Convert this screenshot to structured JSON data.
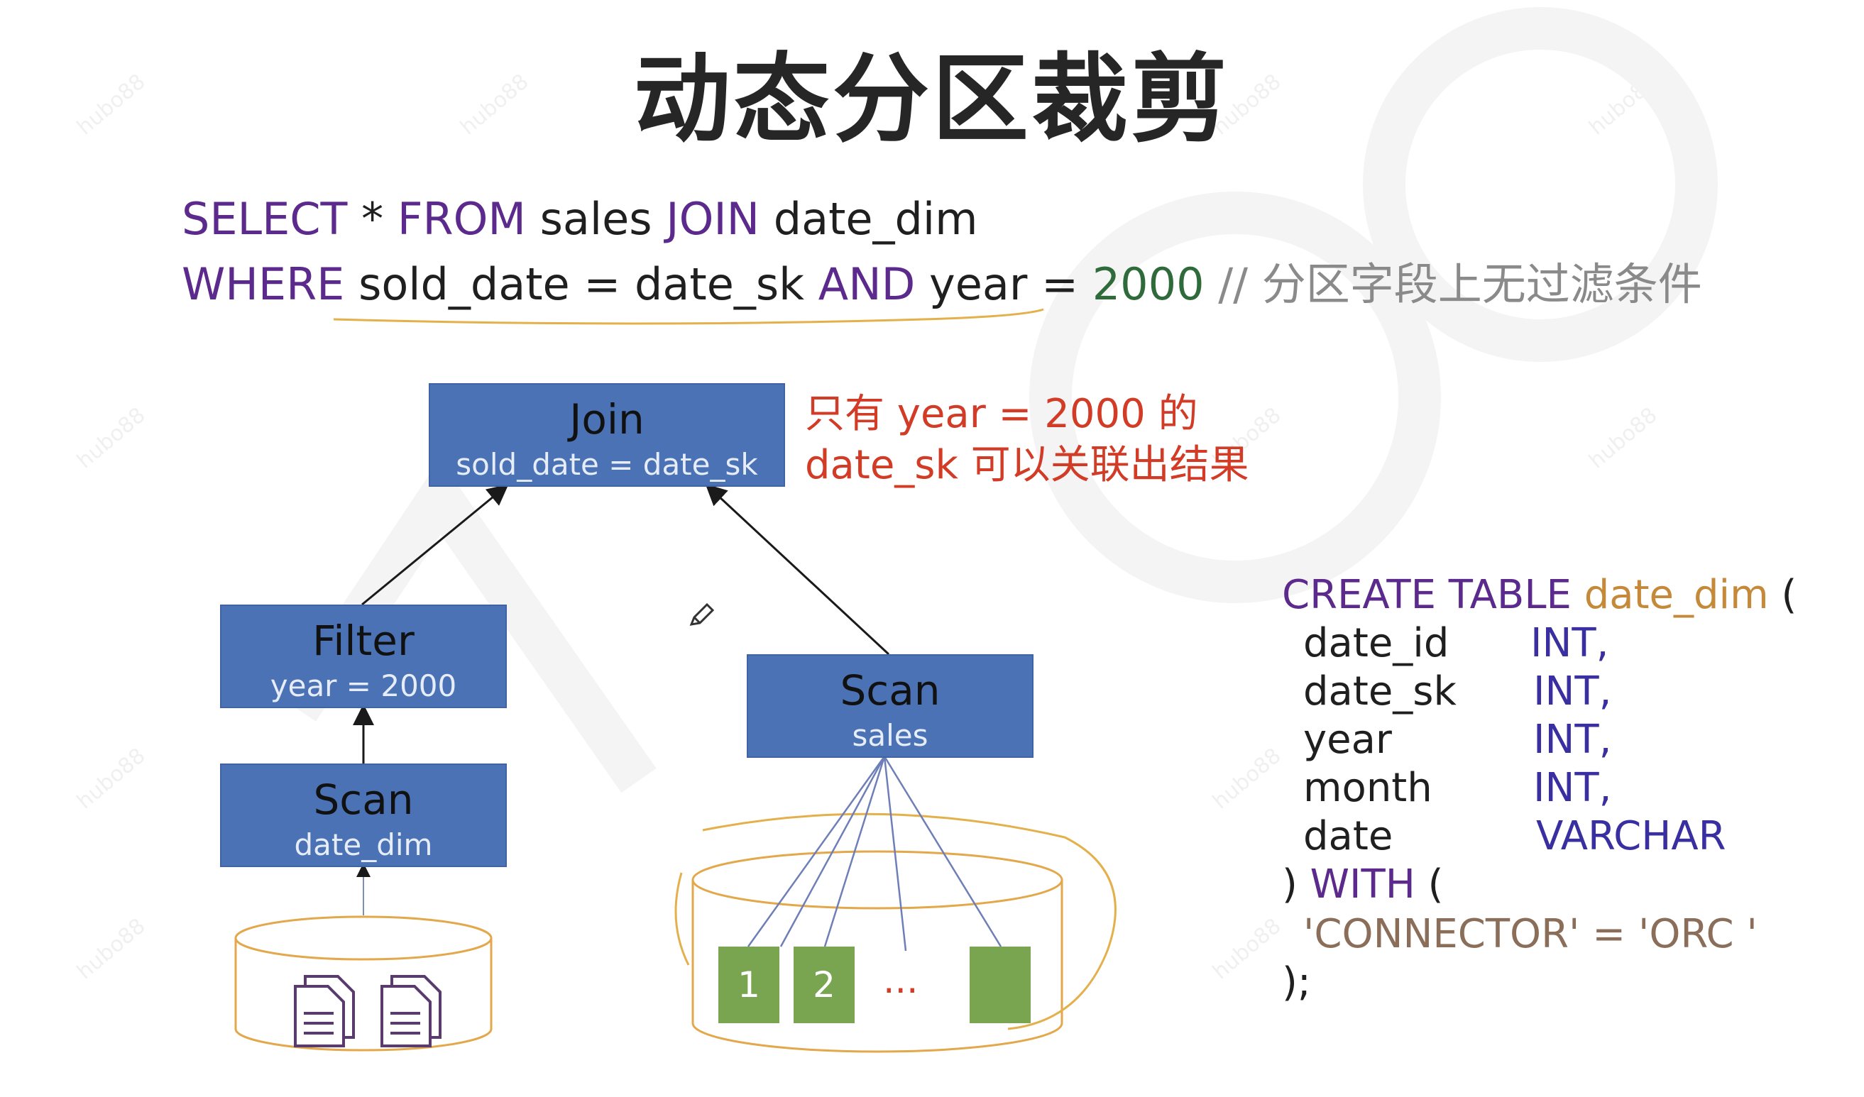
{
  "title": "动态分区裁剪",
  "sql": {
    "line1": {
      "kw1": "SELECT",
      "star": " * ",
      "kw2": "FROM",
      "t1": " sales ",
      "kw3": "JOIN",
      "t2": " date_dim"
    },
    "line2": {
      "kw1": "WHERE",
      "t1": " sold_date = date_sk ",
      "kw2": "AND",
      "t2": " year = ",
      "num": "2000",
      "comment": " // 分区字段上无过滤条件"
    }
  },
  "nodes": {
    "join": {
      "title": "Join",
      "sub": "sold_date = date_sk"
    },
    "filter": {
      "title": "Filter",
      "sub": "year = 2000"
    },
    "scan_dim": {
      "title": "Scan",
      "sub": "date_dim"
    },
    "scan_sales": {
      "title": "Scan",
      "sub": "sales"
    }
  },
  "note": {
    "line1": "只有 year = 2000 的",
    "line2": "date_sk 可以关联出结果"
  },
  "partitions": {
    "p1": "1",
    "p2": "2",
    "dots": "..."
  },
  "ddl": {
    "head_kw": "CREATE TABLE",
    "head_tbl": "date_dim",
    "head_paren": " (",
    "rows": [
      {
        "col": "date_id",
        "type": "INT,"
      },
      {
        "col": "date_sk",
        "type": "INT,"
      },
      {
        "col": "year",
        "type": "INT,"
      },
      {
        "col": "month",
        "type": "INT,"
      },
      {
        "col": "date",
        "type": "VARCHAR"
      }
    ],
    "with_open": ") ",
    "with_kw": "WITH",
    "with_paren": " (",
    "prop": "'CONNECTOR' = 'ORC '",
    "close": ");"
  },
  "watermark": "hubo88",
  "colors": {
    "node_fill": "#4a72b4",
    "partition_fill": "#79a551",
    "note": "#d23b25",
    "keyword": "#5b2a8c",
    "sketch": "#e3b04b"
  },
  "icons": {
    "files": "document-icon",
    "edit": "pencil-icon"
  }
}
